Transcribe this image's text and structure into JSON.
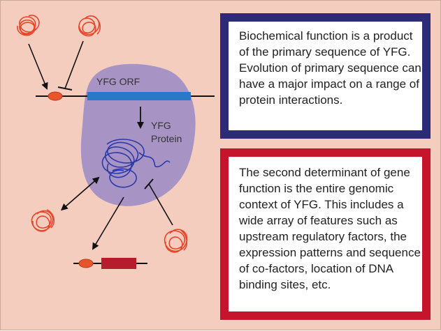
{
  "diagram": {
    "orf_label": "YFG ORF",
    "protein_label_line1": "YFG",
    "protein_label_line2": "Protein"
  },
  "boxes": [
    {
      "text": "Biochemical function is a product of the primary sequence of YFG. Evolution of primary sequence can have a major impact on a range of protein interactions.",
      "border_color": "#2b2b78"
    },
    {
      "text": "The second determinant of gene function is the entire genomic context of YFG. This includes a wide array of features such as upstream regulatory factors, the expression patterns and sequence of co-factors, location of DNA binding sites, etc.",
      "border_color": "#c4152c"
    }
  ],
  "colors": {
    "background": "#f4cdbf",
    "cell_blob": "#a894c4",
    "orf_bar": "#2a78c8",
    "promoter": "#e8552a",
    "protein_scribble": "#2a3aa8",
    "factor_scribble": "#e8452a",
    "target_gene": "#b51d2c"
  }
}
